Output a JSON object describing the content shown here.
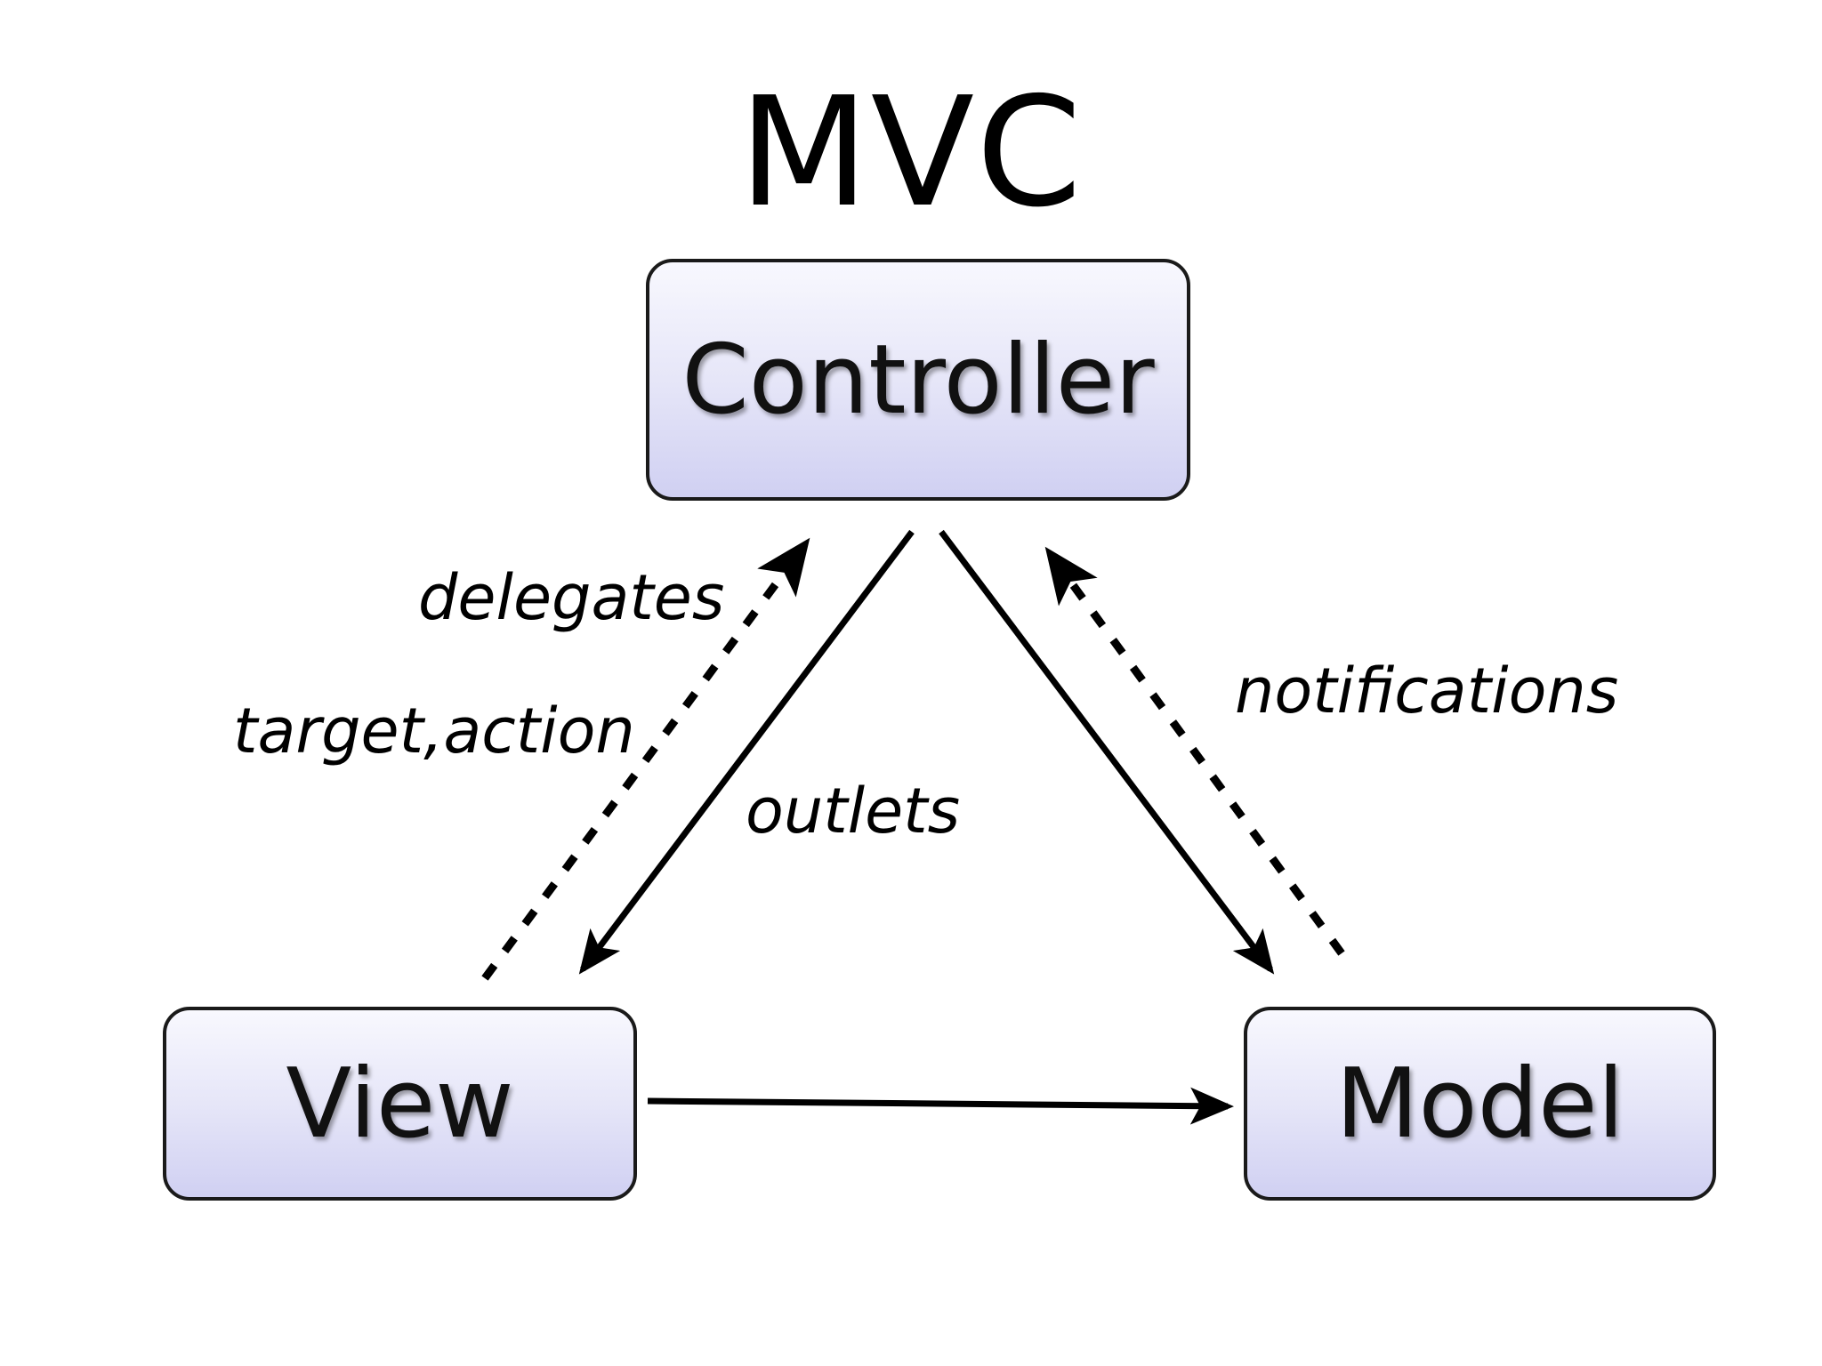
{
  "title": "MVC",
  "nodes": {
    "controller": "Controller",
    "view": "View",
    "model": "Model"
  },
  "edge_labels": {
    "delegates": "delegates",
    "target_action": "target,action",
    "outlets": "outlets",
    "notifications": "notifications"
  },
  "colors": {
    "box_fill_top": "#f8f8fe",
    "box_fill_bottom": "#d0d0f2",
    "box_border": "#1a1a1a",
    "line": "#000000"
  }
}
